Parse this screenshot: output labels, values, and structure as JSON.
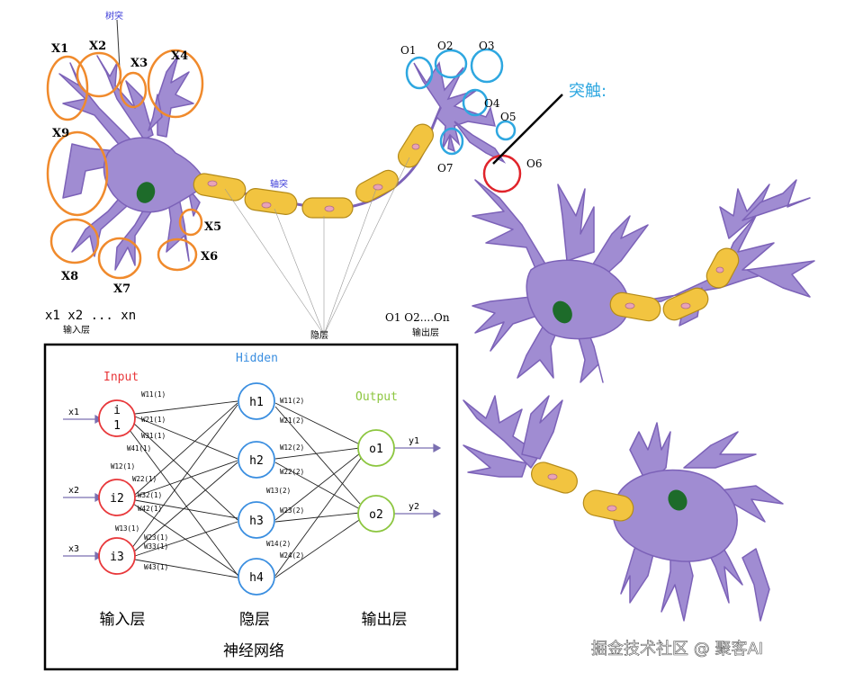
{
  "neuron_labels": {
    "dendrite": "树突",
    "axon": "轴突",
    "synapse": "突触:",
    "hidden_layer": "隐层",
    "input_layer": "输入层",
    "output_layer": "输出层",
    "input_sequence": "x1 x2 ... xn",
    "output_sequence": "O1 O2....On"
  },
  "inputs": [
    "X1",
    "X2",
    "X3",
    "X4",
    "X5",
    "X6",
    "X7",
    "X8",
    "X9"
  ],
  "outputs": [
    "O1",
    "O2",
    "O3",
    "O4",
    "O5",
    "O6",
    "O7"
  ],
  "network": {
    "input_title": "Input",
    "hidden_title": "Hidden",
    "output_title": "Output",
    "input_nodes": [
      "i\n1",
      "i2",
      "i3"
    ],
    "hidden_nodes": [
      "h1",
      "h2",
      "h3",
      "h4"
    ],
    "output_nodes": [
      "o1",
      "o2"
    ],
    "x_labels": [
      "x1",
      "x2",
      "x3"
    ],
    "y_labels": [
      "y1",
      "y2"
    ],
    "weights_in": [
      "W11(1)",
      "W21(1)",
      "W31(1)",
      "W41(1)",
      "W12(1)",
      "W22(1)",
      "W32(1)",
      "W42(1)",
      "W13(1)",
      "W23(1)",
      "W33(1)",
      "W43(1)"
    ],
    "weights_out": [
      "W11(2)",
      "W21(2)",
      "W12(2)",
      "W22(2)",
      "W13(2)",
      "W23(2)",
      "W14(2)",
      "W24(2)"
    ],
    "caption_input": "输入层",
    "caption_hidden": "隐层",
    "caption_output": "输出层",
    "caption_title": "神经网络"
  },
  "watermark": "掘金技术社区 @ 聚客AI",
  "colors": {
    "neuron": "#a08cd2",
    "neuron_stroke": "#7c62b8",
    "nucleus": "#1d6b2a",
    "myelin": "#f2c440",
    "myelin_stroke": "#b48b1a",
    "orange": "#f08a2c",
    "blue": "#2ea7e0",
    "red": "#e0242b",
    "input_red": "#e8373a",
    "hidden_blue": "#3a8ee0",
    "output_green": "#8cc63f"
  }
}
